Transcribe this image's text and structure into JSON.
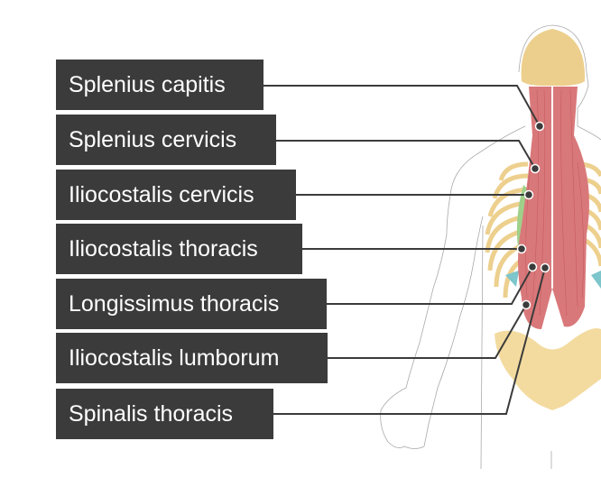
{
  "labels": [
    {
      "text": "Splenius capitis"
    },
    {
      "text": "Splenius cervicis"
    },
    {
      "text": "Iliocostalis cervicis"
    },
    {
      "text": "Iliocostalis thoracis"
    },
    {
      "text": "Longissimus thoracis"
    },
    {
      "text": "Iliocostalis lumborum"
    },
    {
      "text": "Spinalis thoracis"
    }
  ],
  "colors": {
    "label_bg": "#3b3b3b",
    "muscle": "#d9787a",
    "bone": "#edd08e",
    "highlight": "#9fd08a",
    "leader": "#3b3b3b"
  }
}
